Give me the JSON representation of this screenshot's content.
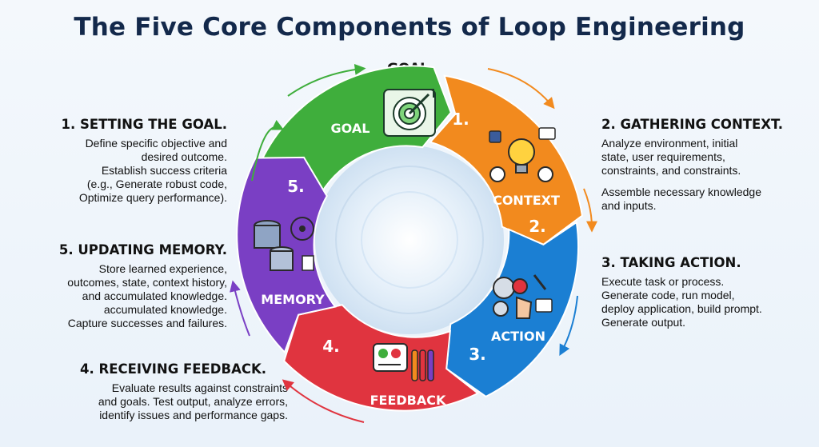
{
  "title": "The Five Core Components of Loop Engineering",
  "top_label": "GOAL",
  "segments": [
    {
      "label": "GOAL",
      "number": "1.",
      "color": "#3fae3c"
    },
    {
      "label": "CONTEXT",
      "number": "2.",
      "color": "#f28a1e"
    },
    {
      "label": "ACTION",
      "number": "3.",
      "color": "#1b7fd3"
    },
    {
      "label": "FEEDBACK",
      "number": "4.",
      "color": "#e0343f"
    },
    {
      "label": "MEMORY",
      "number": "5.",
      "color": "#7a3fc4"
    }
  ],
  "panels": {
    "goal": {
      "heading": "1. SETTING THE GOAL.",
      "lines": [
        "Define specific objective and",
        "desired outcome.",
        "Establish success criteria",
        "(e.g., Generate robust code,",
        "Optimize query performance)."
      ]
    },
    "context": {
      "heading": "2. GATHERING CONTEXT.",
      "lines": [
        "Analyze environment, initial",
        "state, user requirements,",
        "constraints, and constraints."
      ],
      "lines2": [
        "Assemble necessary knowledge",
        "and inputs."
      ]
    },
    "action": {
      "heading": "3. TAKING ACTION.",
      "lines": [
        "Execute task or process.",
        "Generate code, run model,",
        "deploy application, build prompt.",
        "Generate output."
      ]
    },
    "feedback": {
      "heading": "4. RECEIVING FEEDBACK.",
      "lines": [
        "Evaluate results against constraints",
        "and goals. Test output, analyze errors,",
        "identify issues and performance gaps."
      ]
    },
    "memory": {
      "heading": "5. UPDATING MEMORY.",
      "lines": [
        "Store learned experience,",
        "outcomes, state, context history,",
        "and accumulated knowledge.",
        "accumulated knowledge.",
        "Capture successes and failures."
      ]
    }
  },
  "icons": [
    "target-icon",
    "lightbulb-gears-icon",
    "gear-touch-icon",
    "feedback-testtubes-icon",
    "database-network-icon"
  ]
}
